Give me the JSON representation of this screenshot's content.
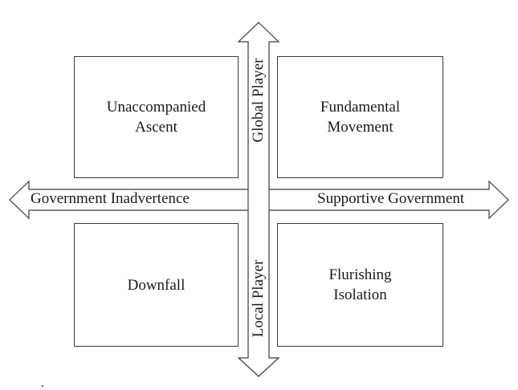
{
  "quadrants": {
    "top_left": {
      "line1": "Unaccompanied",
      "line2": "Ascent"
    },
    "top_right": {
      "line1": "Fundamental",
      "line2": "Movement"
    },
    "bottom_left": {
      "line1": "Downfall",
      "line2": ""
    },
    "bottom_right": {
      "line1": "Flurishing",
      "line2": "Isolation"
    }
  },
  "axes": {
    "left": "Government Inadvertence",
    "right": "Supportive Government",
    "top": "Global Player",
    "bottom": "Local Player"
  },
  "footnote": "."
}
